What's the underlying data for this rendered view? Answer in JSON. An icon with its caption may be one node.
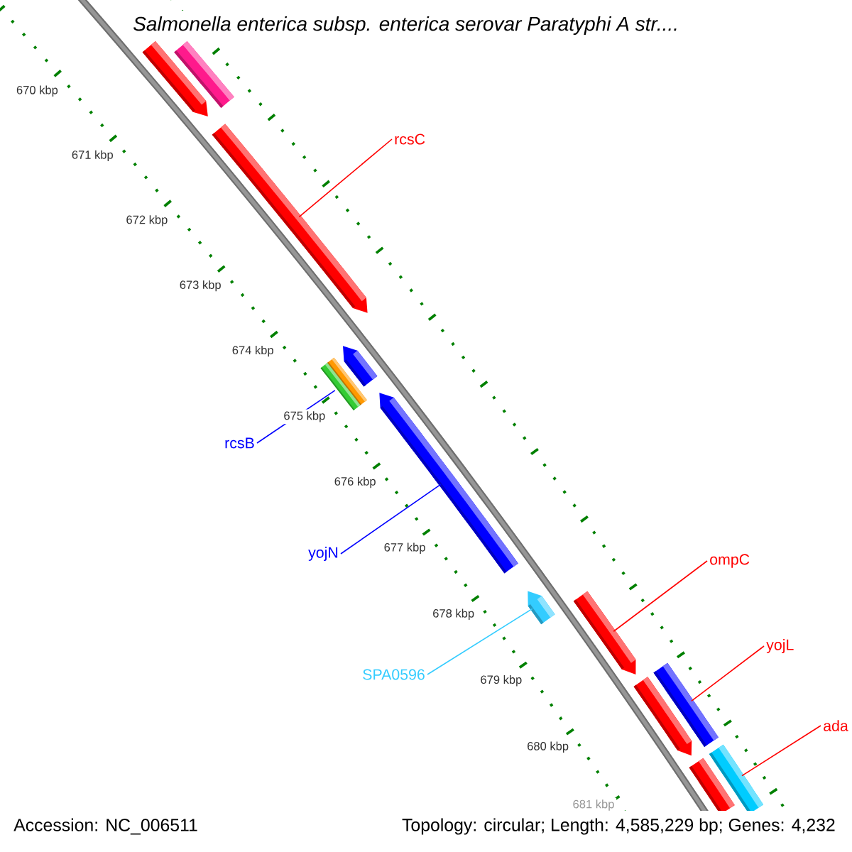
{
  "diagram": {
    "title": "Salmonella enterica subsp. enterica serovar Paratyphi A str....",
    "nodes": [
      {
        "text": [
          "rcsC"
        ]
      },
      {
        "text": [
          "rcsB"
        ]
      },
      {
        "text": [
          "yojN"
        ]
      },
      {
        "text": [
          "SPA0596"
        ]
      },
      {
        "text": [
          "ompC"
        ]
      },
      {
        "text": [
          "yojL"
        ]
      },
      {
        "text": [
          "ada"
        ]
      },
      {
        "text": [],
        "shape": "arrow"
      },
      {
        "text": [],
        "shape": "bar"
      },
      {
        "text": [],
        "shape": "arrow"
      },
      {
        "text": [],
        "shape": "arrow"
      },
      {
        "text": [],
        "shape": "bar"
      },
      {
        "text": [],
        "shape": "bar"
      },
      {
        "text": [],
        "shape": "arrow"
      },
      {
        "text": [],
        "shape": "arrow"
      },
      {
        "text": [],
        "shape": "arrow"
      },
      {
        "text": [],
        "shape": "arrow"
      },
      {
        "text": [],
        "shape": "bar"
      },
      {
        "text": [],
        "shape": "bar"
      },
      {
        "text": [],
        "shape": "bar"
      }
    ],
    "edges": [
      {
        "from": 0,
        "to": 9,
        "arrow": "none",
        "color": "#ff0000"
      },
      {
        "from": 1,
        "to": 12,
        "arrow": "none",
        "color": "#0000ff"
      },
      {
        "from": 2,
        "to": 13,
        "arrow": "none",
        "color": "#0000ff"
      },
      {
        "from": 3,
        "to": 14,
        "arrow": "none",
        "color": "#33ccff"
      },
      {
        "from": 4,
        "to": 15,
        "arrow": "none",
        "color": "#ff0000"
      },
      {
        "from": 5,
        "to": 18,
        "arrow": "none",
        "color": "#ff0000"
      },
      {
        "from": 6,
        "to": 19,
        "arrow": "none",
        "color": "#ff0000"
      }
    ],
    "labels": [
      "670 kbp",
      "671 kbp",
      "672 kbp",
      "673 kbp",
      "674 kbp",
      "675 kbp",
      "676 kbp",
      "677 kbp",
      "678 kbp",
      "679 kbp",
      "680 kbp",
      "681 kbp",
      "Accession: NC_006511",
      "Topology: circular; Length: 4,585,229 bp; Genes: 4,232"
    ]
  }
}
